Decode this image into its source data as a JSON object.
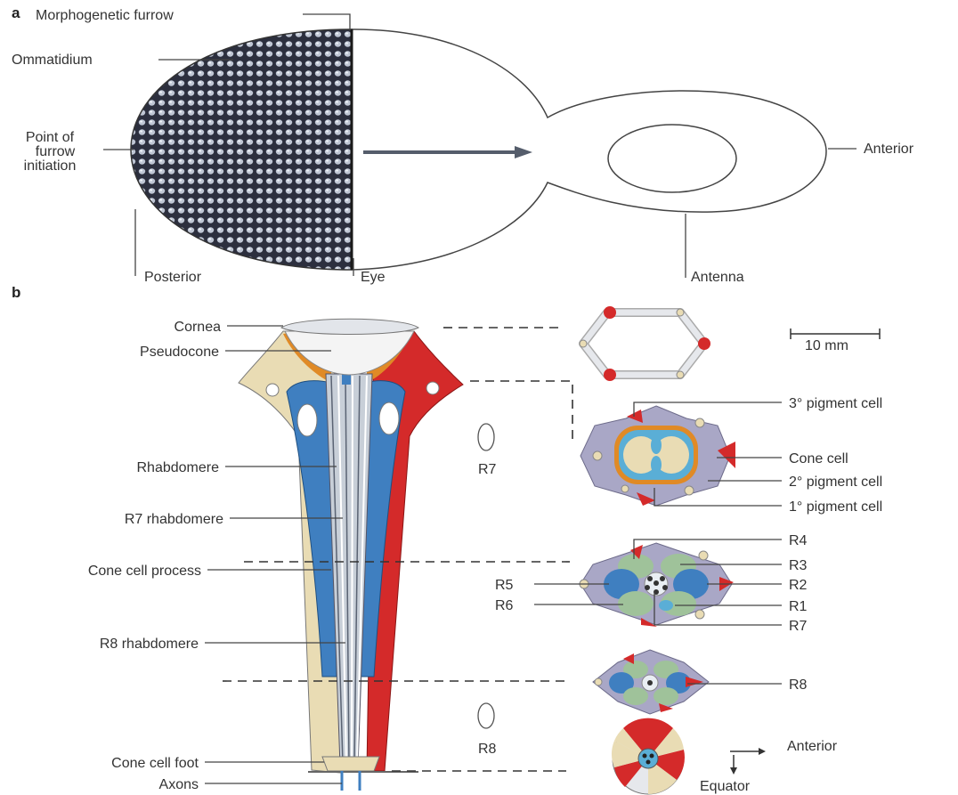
{
  "panel_a": {
    "letter": "a",
    "labels": {
      "morphogenetic_furrow": "Morphogenetic furrow",
      "ommatidium": "Ommatidium",
      "point_of_furrow_initiation": [
        "Point of",
        "furrow",
        "initiation"
      ],
      "posterior": "Posterior",
      "eye": "Eye",
      "anterior": "Anterior",
      "antenna": "Antenna"
    }
  },
  "panel_b": {
    "letter": "b",
    "left_labels": {
      "cornea": "Cornea",
      "pseudocone": "Pseudocone",
      "rhabdomere": "Rhabdomere",
      "r7_rhabdomere": "R7 rhabdomere",
      "cone_cell_process": "Cone cell process",
      "r8_rhabdomere": "R8 rhabdomere",
      "cone_cell_foot": "Cone cell foot",
      "axons": "Axons"
    },
    "middle_labels": {
      "r7": "R7",
      "r8": "R8"
    },
    "scale_bar": "10 mm",
    "right_labels": {
      "pigment_3": "3° pigment cell",
      "cone_cell": "Cone cell",
      "pigment_2": "2° pigment cell",
      "pigment_1": "1° pigment cell",
      "r4": "R4",
      "r3": "R3",
      "r5": "R5",
      "r2": "R2",
      "r6": "R6",
      "r1": "R1",
      "r7": "R7",
      "r8": "R8"
    },
    "orientation": {
      "anterior": "Anterior",
      "equator": "Equator"
    }
  },
  "colors": {
    "photoreceptor_blue": "#3f7fc0",
    "pigment_red": "#d42a2a",
    "cone_cream": "#e9dcb4",
    "secondary_pigment_lavender": "#a9a7c6",
    "r3_r4_green": "#9fc29a",
    "primary_pigment_orange": "#e08a26",
    "cone_blue": "#5aaed6"
  }
}
